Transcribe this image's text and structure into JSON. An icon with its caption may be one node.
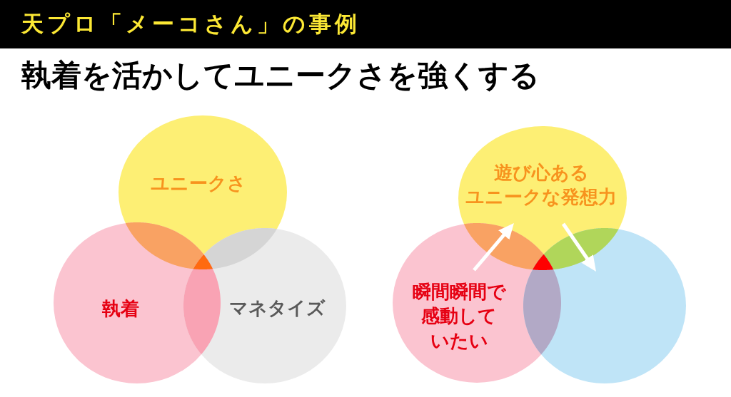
{
  "diagram": {
    "title": "執着を活かしてユニークさを強くする",
    "nodes": [
      {
        "text": [
          "ユニークさ"
        ]
      },
      {
        "text": [
          "執着"
        ]
      },
      {
        "text": [
          "マネタイズ"
        ]
      },
      {
        "text": [
          "遊び心あるユニークな発想力"
        ]
      },
      {
        "text": [
          "瞬間瞬間で感動していたい"
        ]
      },
      {
        "text": [],
        "shape": "circle"
      }
    ],
    "edges": [
      {
        "from": 4,
        "to": 3,
        "arrow": "to"
      },
      {
        "from": 3,
        "to": 5,
        "arrow": "to"
      }
    ],
    "labels": [
      "天プロ「メーコさん」の事例"
    ]
  }
}
